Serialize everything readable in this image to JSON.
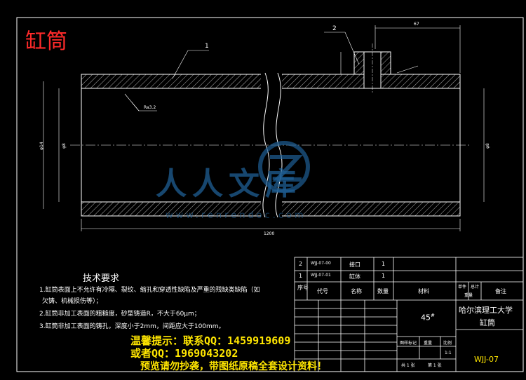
{
  "title": "缸筒",
  "tech_requirements": {
    "heading": "技术要求",
    "lines": [
      "1.缸筒表面上不允许有冷隔、裂纹、缩孔和穿透性缺陷及严重的残缺类缺陷（如",
      "欠铸、机械损伤等）；",
      "2.缸筒非加工表面的粗糙度，砂型铸造R，不大于60μm；",
      "3.缸筒非加工表面的铸孔，深度小于2mm，间距应大于100mm。"
    ]
  },
  "callouts": {
    "part1": "1",
    "part2": "2"
  },
  "dimensions": {
    "length": "1200",
    "top_width": "67",
    "roughness": "Ra3.2",
    "diam_outer_left": "φ14",
    "diam_inner_left": "φ8",
    "diam_right": "φ8"
  },
  "parts_table": {
    "rows": [
      {
        "no": "2",
        "code": "WJJ-07-00",
        "name": "接口",
        "qty": "1"
      },
      {
        "no": "1",
        "code": "WJJ-07-01",
        "name": "缸体",
        "qty": "1"
      }
    ],
    "headers": {
      "no": "序号",
      "code": "代号",
      "name": "名称",
      "qty": "数量",
      "material": "材料",
      "unit_weight": "单件",
      "total_weight": "总计",
      "weight": "重量",
      "remark": "备注"
    }
  },
  "title_block": {
    "material": "45",
    "material_sup": "#",
    "university": "哈尔滨理工大学",
    "part_name": "缸筒",
    "drawing_no": "WJJ-07",
    "scale": "1:1",
    "scale_label": "比例",
    "stage_label": "图样标记",
    "weight_label": "重量",
    "sheets": "共 1 张",
    "sheet_no": "第 1 张"
  },
  "notes": [
    "温馨提示：联系QQ：1459919609",
    "或者QQ：1969043202",
    "预览请勿抄袭，带图纸原稿全套设计资料！"
  ],
  "watermark": {
    "text": "人人文库",
    "url": "www.renrendoc.com"
  },
  "colors": {
    "background": "#000000",
    "lines": "#ffffff",
    "title": "#ff2a2a",
    "notes": "#ffe600",
    "watermark": "#1f5f94",
    "hatch": "#ffffff"
  }
}
